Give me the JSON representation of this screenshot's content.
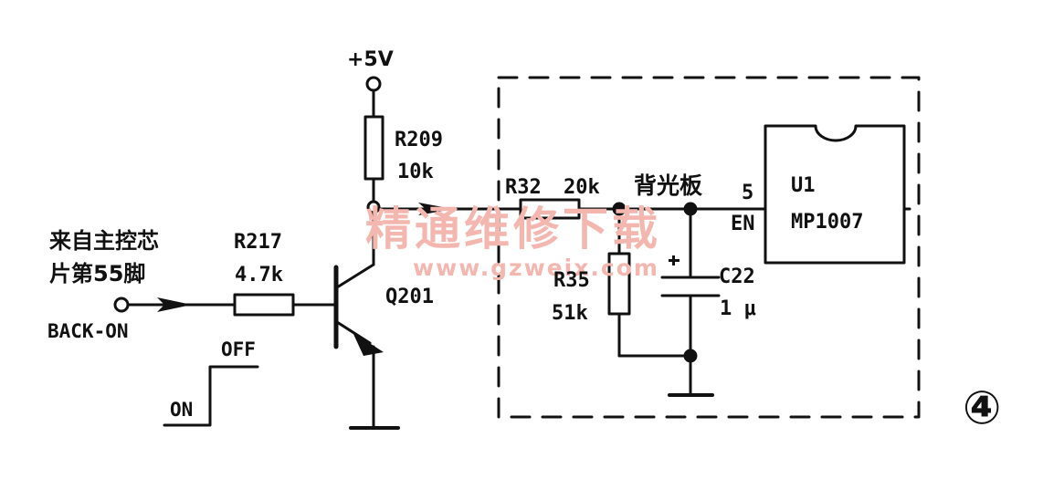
{
  "figure_number": "④",
  "supply": {
    "label": "+5V"
  },
  "resistors": {
    "r209": {
      "ref": "R209",
      "value": "10k"
    },
    "r217": {
      "ref": "R217",
      "value": "4.7k"
    },
    "r32": {
      "ref": "R32",
      "value": "20k"
    },
    "r35": {
      "ref": "R35",
      "value": "51k"
    }
  },
  "capacitor": {
    "ref": "C22",
    "value": "1 μ",
    "polarity": "+"
  },
  "transistor": {
    "ref": "Q201"
  },
  "input": {
    "source_line1": "来自主控芯",
    "source_line2": "片第55脚",
    "signal": "BACK-ON",
    "off_label": "OFF",
    "on_label": "ON"
  },
  "backlight_board": {
    "label": "背光板",
    "ic_ref": "U1",
    "ic_part": "MP1007",
    "pin_number": "5",
    "pin_name": "EN"
  },
  "watermark": {
    "title": "精通维修下载",
    "url": "www.gzweix.com",
    "color": "#f4b7b0"
  }
}
